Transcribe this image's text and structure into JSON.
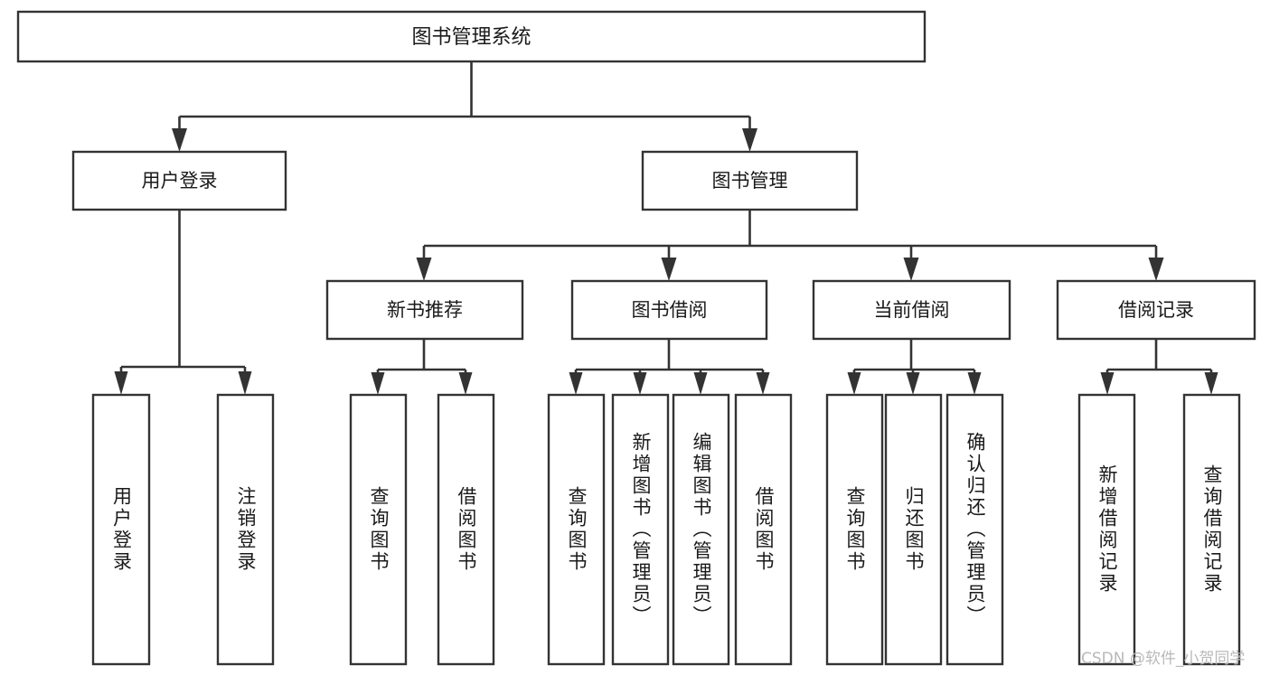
{
  "diagram": {
    "type": "tree-hierarchy",
    "title": "图书管理系统",
    "root": {
      "id": "root",
      "label": "图书管理系统",
      "level": 1
    },
    "level2": [
      {
        "id": "user-login",
        "label": "用户登录",
        "level": 2
      },
      {
        "id": "book-manage",
        "label": "图书管理",
        "level": 2
      }
    ],
    "level3": [
      {
        "id": "new-book-rec",
        "label": "新书推荐",
        "level": 3,
        "parent": "book-manage"
      },
      {
        "id": "book-borrow",
        "label": "图书借阅",
        "level": 3,
        "parent": "book-manage"
      },
      {
        "id": "current-borrow",
        "label": "当前借阅",
        "level": 3,
        "parent": "book-manage"
      },
      {
        "id": "borrow-record",
        "label": "借阅记录",
        "level": 3,
        "parent": "book-manage"
      }
    ],
    "leaves": [
      {
        "id": "leaf-user-login",
        "label": "用户登录",
        "parent": "user-login"
      },
      {
        "id": "leaf-user-logout",
        "label": "注销登录",
        "parent": "user-login"
      },
      {
        "id": "leaf-rec-query-book",
        "label": "查询图书",
        "parent": "new-book-rec"
      },
      {
        "id": "leaf-rec-borrow-book",
        "label": "借阅图书",
        "parent": "new-book-rec"
      },
      {
        "id": "leaf-borrow-query-book",
        "label": "查询图书",
        "parent": "book-borrow"
      },
      {
        "id": "leaf-borrow-add-book",
        "label": "新增图书（管理员）",
        "parent": "book-borrow"
      },
      {
        "id": "leaf-borrow-edit-book",
        "label": "编辑图书（管理员）",
        "parent": "book-borrow"
      },
      {
        "id": "leaf-borrow-borrow-book",
        "label": "借阅图书",
        "parent": "book-borrow"
      },
      {
        "id": "leaf-cur-query-book",
        "label": "查询图书",
        "parent": "current-borrow"
      },
      {
        "id": "leaf-cur-return-book",
        "label": "归还图书",
        "parent": "current-borrow"
      },
      {
        "id": "leaf-cur-confirm-return",
        "label": "确认归还（管理员）",
        "parent": "current-borrow"
      },
      {
        "id": "leaf-rec-add-record",
        "label": "新增借阅记录",
        "parent": "borrow-record"
      },
      {
        "id": "leaf-rec-query-record",
        "label": "查询借阅记录",
        "parent": "borrow-record"
      }
    ]
  },
  "watermark": {
    "text": "CSDN @软件_小贺同学"
  },
  "colors": {
    "box_stroke": "#333333",
    "box_fill": "#ffffff",
    "text": "#1a1a1a",
    "connector": "#333333",
    "watermark": "#b9b9b9",
    "background": "#ffffff"
  }
}
